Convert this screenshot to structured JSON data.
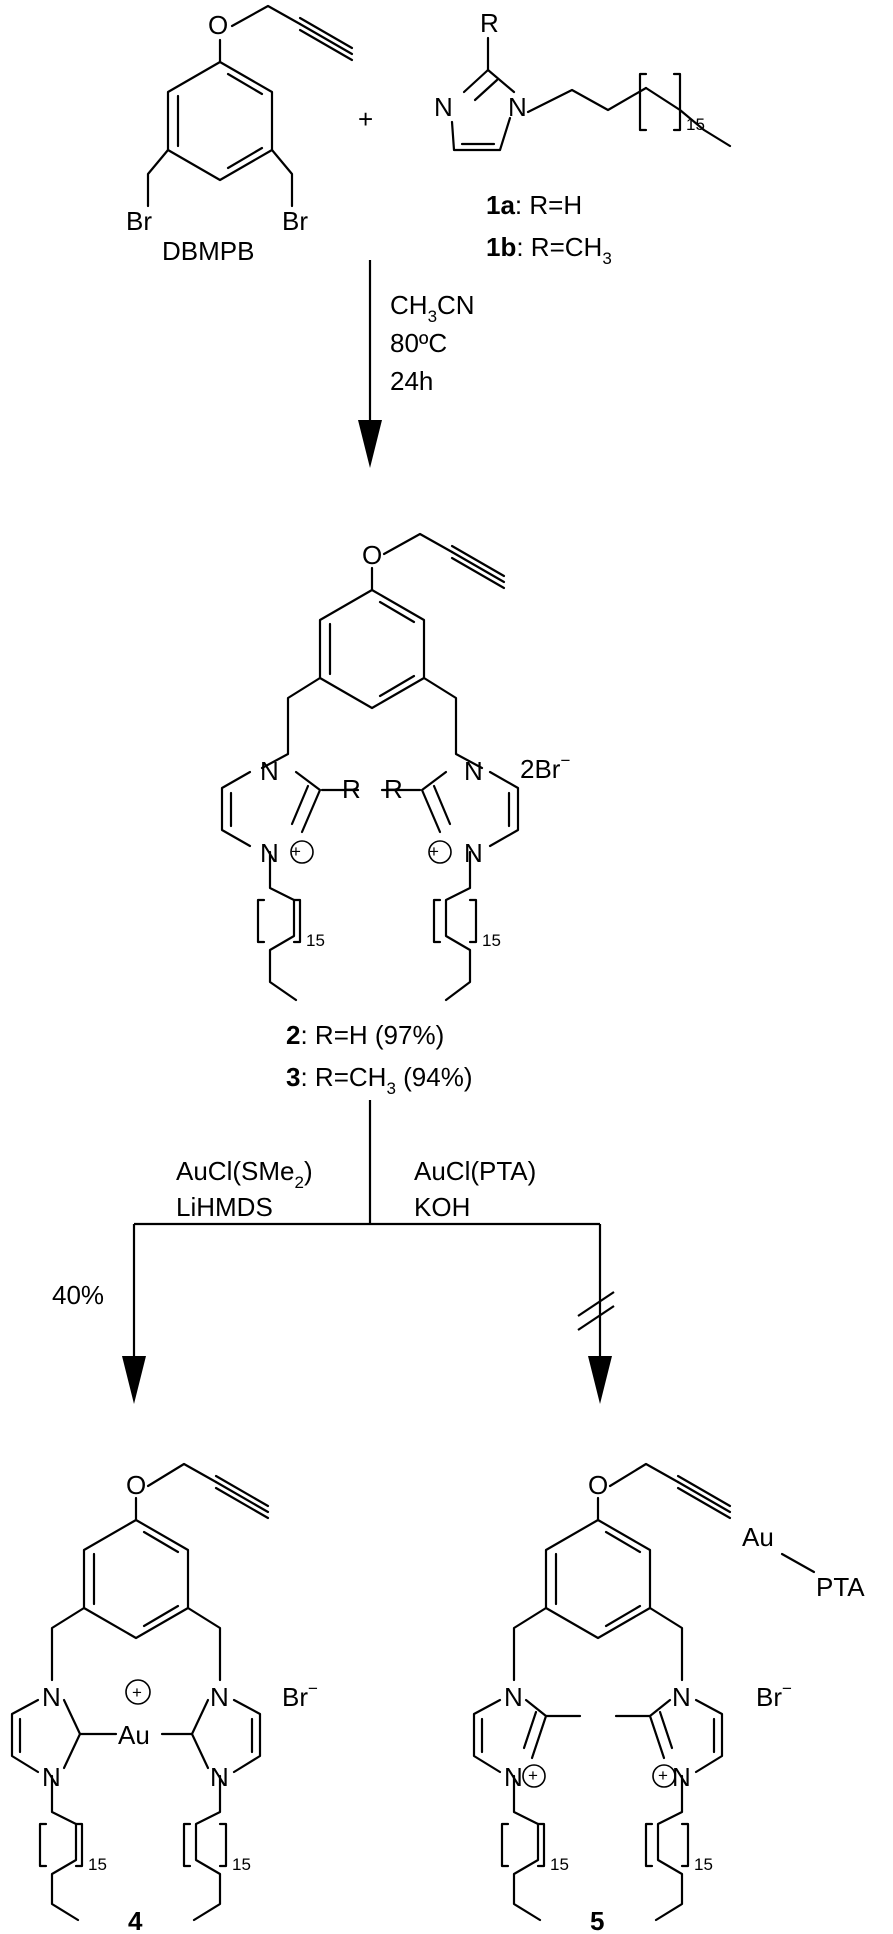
{
  "reactants": {
    "dbmpb": {
      "name": "DBMPB",
      "o": "O",
      "br_left": "Br",
      "br_right": "Br"
    },
    "plus": "+",
    "imidazole": {
      "r": "R",
      "n_left": "N",
      "n_right": "N",
      "repeat": "15"
    },
    "label_1a": {
      "num": "1a",
      "text": ": R=H"
    },
    "label_1b": {
      "num": "1b",
      "text": ": R=CH",
      "sub": "3"
    }
  },
  "step1": {
    "solvent": "CH",
    "solvent_sub": "3",
    "solvent_rest": "CN",
    "temperature": "80ºC",
    "time": "24h"
  },
  "intermediate": {
    "o": "O",
    "counter_ion": "2Br",
    "counter_sup": "−",
    "atoms": {
      "n": "N",
      "r": "R",
      "repeat": "15",
      "charge": "+"
    },
    "label_2": {
      "num": "2",
      "text": ": R=H (97%)"
    },
    "label_3": {
      "num": "3",
      "text": ": R=CH",
      "sub": "3",
      "rest": " (94%)"
    }
  },
  "step2": {
    "left": {
      "line1": "AuCl(SMe",
      "line1_sub": "2",
      "line1_end": ")",
      "line2": "LiHMDS",
      "yield": "40%"
    },
    "right": {
      "line1": "AuCl(PTA)",
      "line2": "KOH"
    }
  },
  "product_4": {
    "label": "4",
    "metal": "Au",
    "counter_ion": "Br",
    "counter_sup": "−",
    "o": "O",
    "n": "N",
    "repeat": "15",
    "charge": "+"
  },
  "product_5": {
    "label": "5",
    "metal": "Au",
    "ligand": "PTA",
    "counter_ion": "Br",
    "counter_sup": "−",
    "o": "O",
    "n": "N",
    "repeat": "15",
    "charge": "+"
  }
}
